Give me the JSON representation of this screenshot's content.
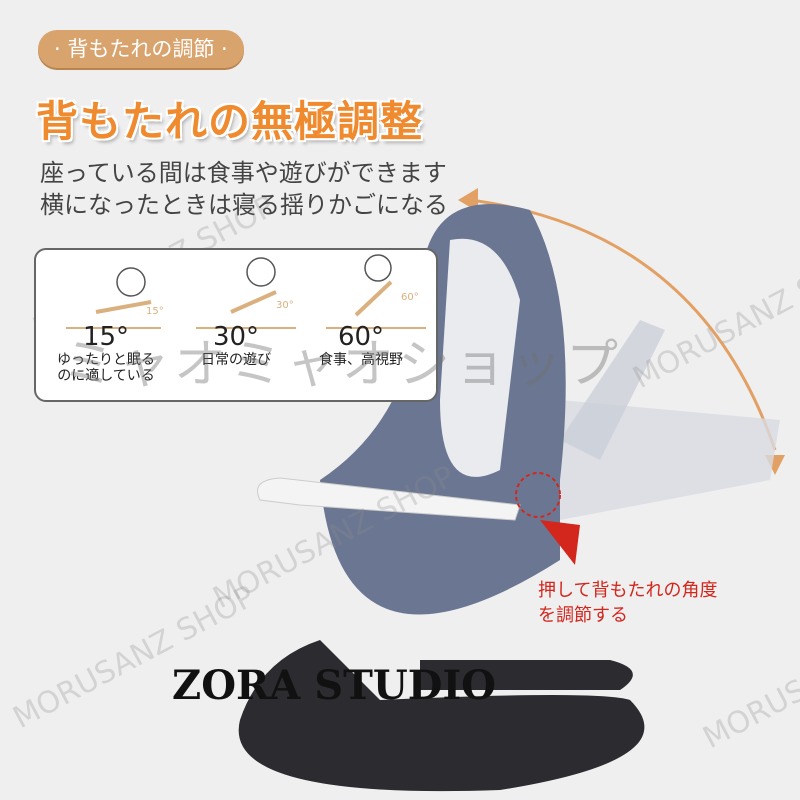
{
  "badge": "· 背もたれの調節 ·",
  "headline": "背もたれの無極調整",
  "subtitle_lines": [
    "座っている間は食事や遊びができます",
    "横になったときは寝る揺りかごになる"
  ],
  "angles": [
    {
      "degree": "15°",
      "small_label": "15°",
      "desc1": "ゆったりと眠る",
      "desc2": "のに適している"
    },
    {
      "degree": "30°",
      "small_label": "30°",
      "desc1": "日常の遊び",
      "desc2": ""
    },
    {
      "degree": "60°",
      "small_label": "60°",
      "desc1": "食事、高視野",
      "desc2": ""
    }
  ],
  "adjust_note": [
    "押して背もたれの角度",
    "を調節する"
  ],
  "watermark_jp": "ミャオミャオショップ",
  "watermark_en": "MORUSANZ SHOP",
  "brand": "ZORA STUDIO",
  "colors": {
    "accent": "#ef8a2e",
    "badge": "#d9a36d",
    "seat": "#6b7792",
    "base": "#2b2b30",
    "note": "#d3261d"
  }
}
